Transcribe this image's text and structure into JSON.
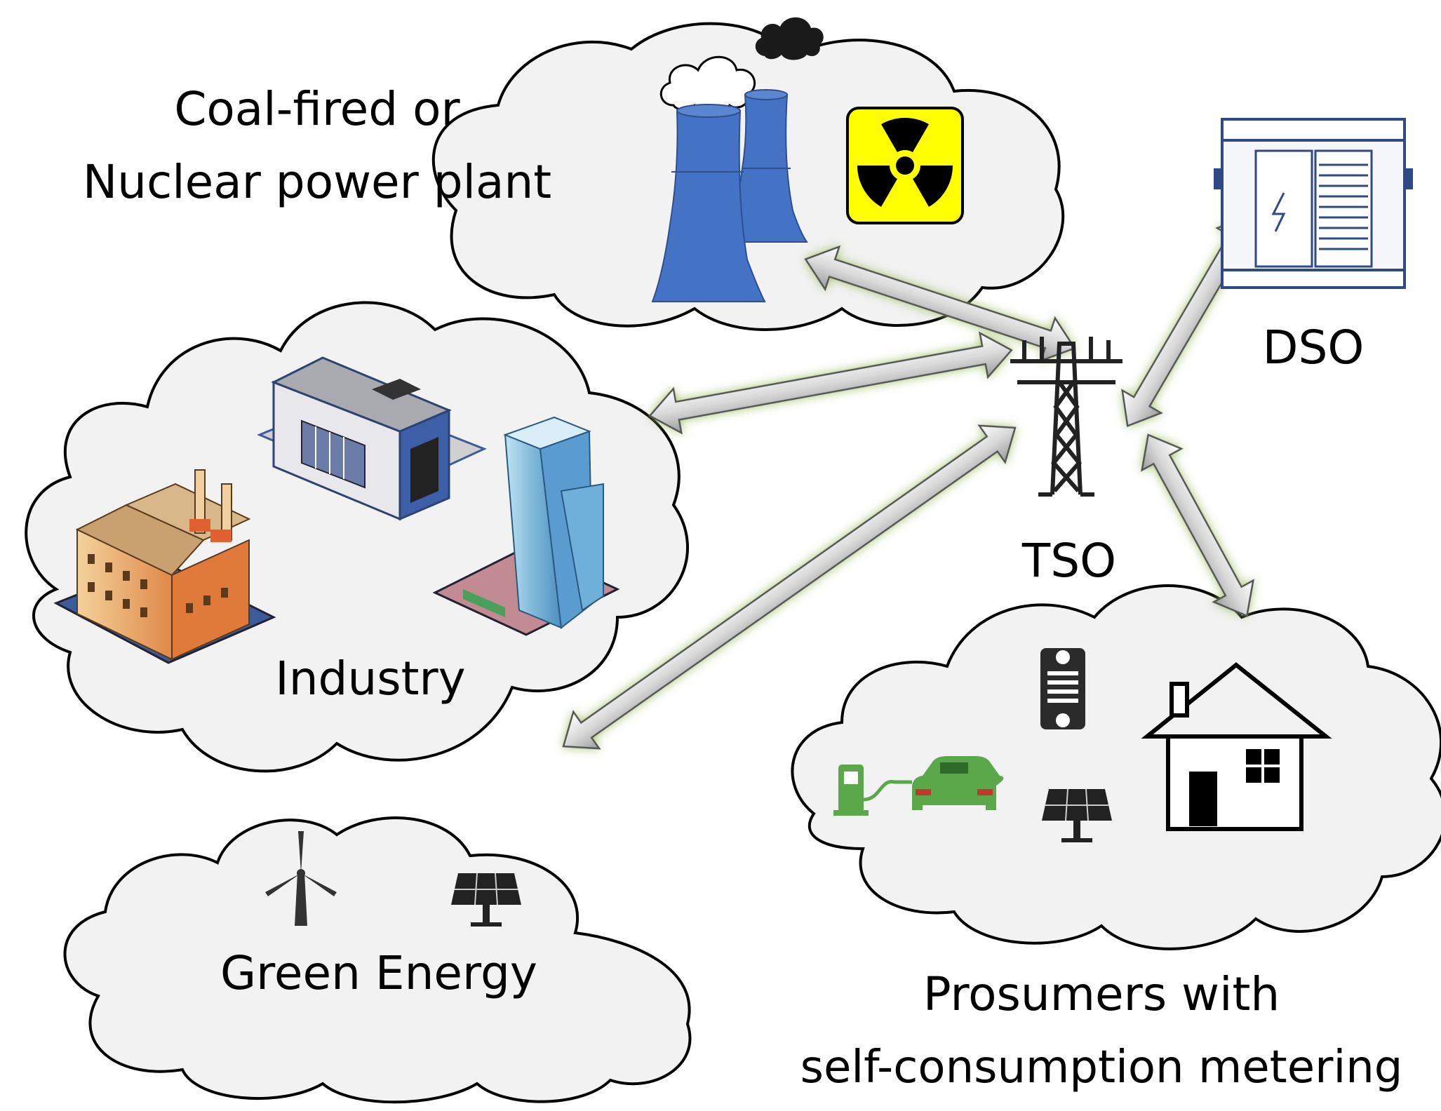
{
  "labels": {
    "plant": [
      "Coal-fired or",
      "Nuclear power plant"
    ],
    "industry": "Industry",
    "green": "Green Energy",
    "tso": "TSO",
    "dso": "DSO",
    "prosumers": [
      "Prosumers with",
      "self-consumption metering"
    ]
  },
  "colors": {
    "cooling_tower": "#4472c4",
    "radiation_sign": "#ffff00",
    "ev": "#5aa84a",
    "arrow_glow": "#9bbb59",
    "cloud_fill": "#f2f2f2",
    "dso_cabinet": "#2e4a86"
  }
}
